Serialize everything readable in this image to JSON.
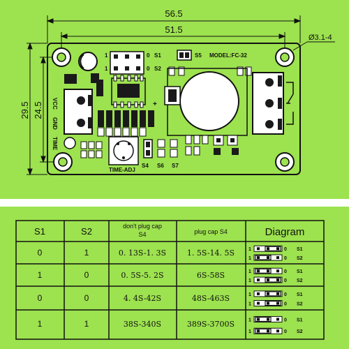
{
  "board": {
    "dim_total_width": "56.5",
    "dim_hole_spacing": "51.5",
    "dim_total_height": "29.5",
    "dim_hole_height": "24.5",
    "hole_label": "Ø3.1-4",
    "model": "MODEL:FC-32",
    "s1_label": "S1",
    "s2_label": "S2",
    "s5_label": "S5",
    "jumper_top_left": "1",
    "jumper_top_right": "0",
    "jumper_bottom_left": "1",
    "jumper_bottom_right": "0",
    "pins": [
      "VCC",
      "GND",
      "TIME"
    ],
    "plus_sign": "+",
    "time_adj": "TIME-ADJ",
    "s4_label": "S4",
    "s6_label": "S6",
    "s7_label": "S7"
  },
  "table": {
    "headers": [
      "S1",
      "S2",
      "don't plug cap S4",
      "plug cap S4",
      "Diagram"
    ],
    "header_s4_line1": "don't plug cap",
    "header_s4_line2": "S4",
    "header_plug_line1": "plug cap S4",
    "rows": [
      {
        "s1": "0",
        "s2": "1",
        "no_cap": "0. 13S-1. 3S",
        "cap": "1. 5S-14. 5S"
      },
      {
        "s1": "1",
        "s2": "0",
        "no_cap": "0. 5S-5. 2S",
        "cap": "6S-58S"
      },
      {
        "s1": "0",
        "s2": "0",
        "no_cap": "4. 4S-42S",
        "cap": "48S-463S"
      },
      {
        "s1": "1",
        "s2": "1",
        "no_cap": "38S-340S",
        "cap": "389S-3700S"
      }
    ],
    "diagram_left": "1",
    "diagram_right": "0",
    "diagram_s1": "S1",
    "diagram_s2": "S2"
  },
  "colors": {
    "background": "#9de24f",
    "ink": "#111111",
    "component": "#1a1a1a"
  }
}
